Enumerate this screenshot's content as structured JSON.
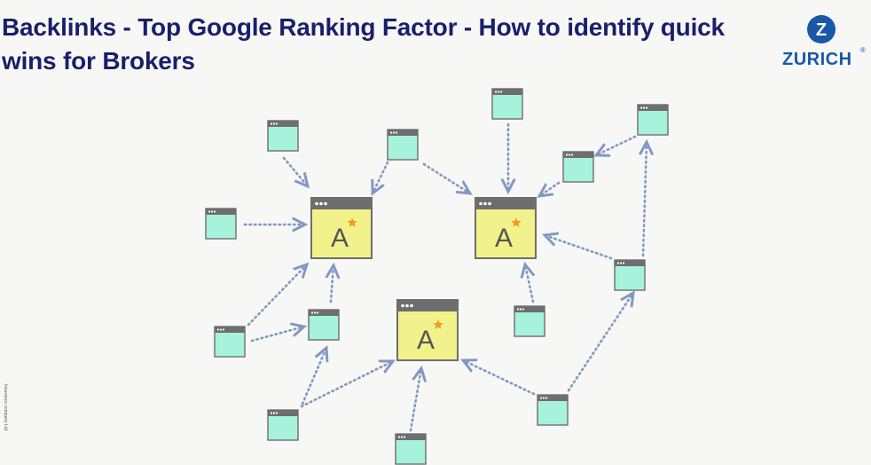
{
  "slide": {
    "title": "Backlinks - Top Google Ranking Factor - How to identify quick wins for Brokers",
    "side_note": "Insurance company Ltd"
  },
  "logo": {
    "wordmark": "ZURICH",
    "registered": "®",
    "mark_letter": "Z",
    "icon": "zurich-logo-icon"
  },
  "diagram": {
    "hub_label": "A",
    "hub_badge": "star-icon",
    "colors": {
      "hub_fill": "#f2f28c",
      "site_fill": "#a6f2dc",
      "window_bar": "#6e6e6e",
      "arrow": "#7f98c4",
      "title": "#1a1f6b",
      "logo_blue": "#1a57a8",
      "star": "#f29a1d"
    }
  }
}
